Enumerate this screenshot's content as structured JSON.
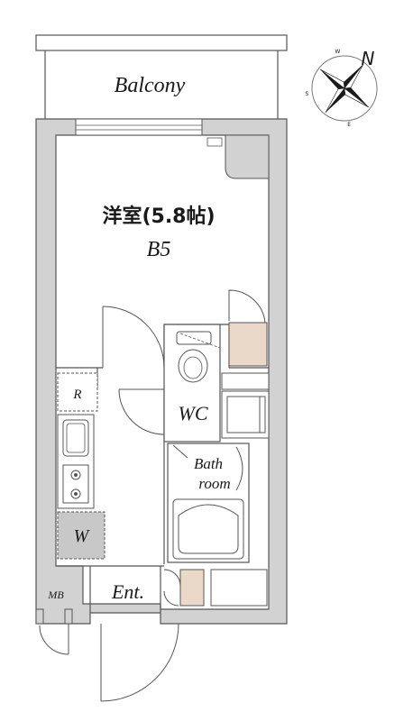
{
  "labels": {
    "balcony": "Balcony",
    "room_name": "洋室(5.8帖)",
    "room_code": "B5",
    "refrigerator": "R",
    "washer": "W",
    "wc": "WC",
    "bath_line1": "Bath",
    "bath_line2": "room",
    "entrance": "Ent.",
    "meter_box": "MB"
  },
  "compass": {
    "north": "N",
    "west": "W",
    "east": "E",
    "south": "S"
  },
  "colors": {
    "wall": "#d2d2d2",
    "wall_edge": "#555555",
    "closet": "#ead9c8",
    "washer_pan": "#c8c8c8"
  }
}
